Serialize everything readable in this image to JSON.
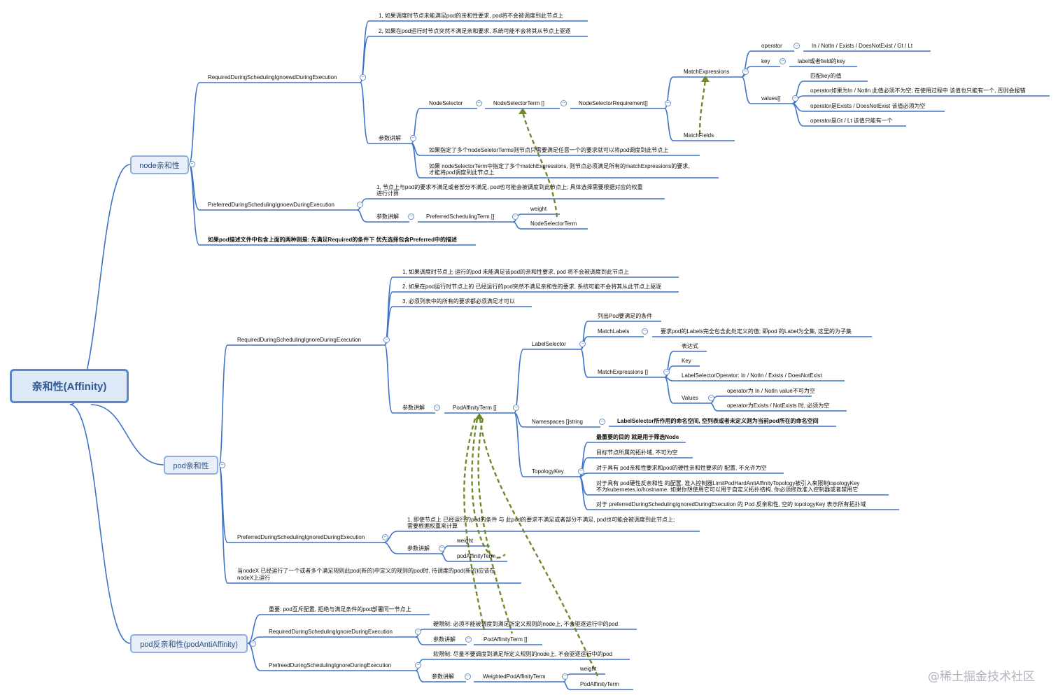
{
  "root": "亲和性(Affinity)",
  "branches": {
    "node": "node亲和性",
    "pod": "pod亲和性",
    "anti": "pod反亲和性(podAntiAffinity)"
  },
  "node_affinity": {
    "required": "RequiredDuringSchedulingIgnoewdDuringExecution",
    "req_note1": "1, 如果调度时节点未能满足pod的亲和性要求, pod将不会被调度到此节点上",
    "req_note2": "2, 如果在pod运行时节点突然不满足亲和要求, 系统可能不会将其从节点上驱逐",
    "params": "参数讲解",
    "node_selector": "NodeSelector",
    "node_selector_term": "NodeSelectorTerm []",
    "node_selector_requirement": "NodeSelectorRequirement[]",
    "match_expressions": "MatchExpressions",
    "match_fields": "MatchFields",
    "operator": "operator",
    "operator_values": "In / NotIn / Exists / DoesNotExist / Gt / Lt",
    "key": "key",
    "key_desc": "label或者field的key",
    "values": "values[]",
    "values_1": "匹配key的值",
    "values_2": "operator如果为In / NotIn 此值必须不为空; 在使用过程中 该值也只能有一个, 否则会报错",
    "values_3": "operator是Exists / DoesNotExist 该值必须为空",
    "values_4": "operator是Gt / Lt 该值只能有一个",
    "terms_note1": "如果指定了多个nodeSeletorTerms则节点只需要满足任意一个的要求就可以将pod调度到此节点上",
    "terms_note2a": "如果 nodeSelectorTerm中指定了多个matchExpressions, 则节点必须满足所有的matchExpressions的要求,",
    "terms_note2b": "才能将pod调度到此节点上",
    "preferred": "PreferredDuringSchedulingIgnoewDuringExecution",
    "pref_note_a": "1, 节点上与pod的要求不满足或者部分不满足, pod也可能会被调度到此节点上; 具体选择需要根据对应的权重",
    "pref_note_b": "进行计算",
    "pref_params": "参数讲解",
    "preferred_term": "PreferredSchedulingTerm []",
    "weight": "weight",
    "node_selector_term2": "NodeSelectorTerm",
    "both_rule": "如果pod描述文件中包含上面的两种则是: 先满足Required的条件下 优先选择包含Preferred中的描述"
  },
  "pod_affinity": {
    "required": "RequiredDuringSchedulingIgnoreDuringExecution",
    "req_note1": "1, 如果调度时节点上 运行的pod 未能满足该pod的亲和性要求, pod 将不会被调度到此节点上",
    "req_note2": "2, 如果在pod运行时节点上的 已经运行的pod突然不满足亲和性的要求, 系统可能不会将其从此节点上驱逐",
    "req_note3": "3, 必须列表中的所有的要求都必须满足才可以",
    "params": "参数讲解",
    "pod_affinity_term": "PodAffinityTerm  []",
    "label_selector": "LabelSelector",
    "ls_desc": "列出Pod要满足的条件",
    "match_labels": "MatchLabels",
    "match_labels_desc": "要求pod的Labels完全包含此处定义的值; 即pod 的Label为全集, 这里的为子集",
    "match_expressions": "MatchExpressions []",
    "me_1": "表达式",
    "me_2": "Key",
    "me_3": "LabelSelectorOperator: In / NotIn / Exists / DoesNotExist",
    "me_values": "Values",
    "me_v1": "operator为 In / NotIn value不可为空",
    "me_v2": "operator为Exists / NotExists 时, 必须为空",
    "namespaces": "Namespaces []string",
    "namespaces_desc": "LabelSelector所作用的命名空间, 空列表或者未定义则为当前pod所在的命名空间",
    "topology_key": "TopologyKey",
    "tk_1": "最重要的目的 就是用于筛选Node",
    "tk_2": "目标节点所属的拓扑域, 不可为空",
    "tk_3": "对于具有 pod亲和性要求和pod的硬性亲和性要求的 配置, 不允许为空",
    "tk_4a": "对于具有 pod硬性反亲和性 的配置, 准入控制器LimitPodHardAntiAffinityTopology被引入来限制topologyKey",
    "tk_4b": "不为kubernetes.io/hostname. 如果你想使用它可以用于自定义拓扑结构, 你必须修改准入控制器或者禁用它",
    "tk_5": "对于 preferredDuringSchedulingIgnoredDuringExecution 的 Pod 反亲和性, 空的 topologyKey 表示所有拓扑域",
    "preferred": "PreferredDuringSchedulingIgnoredDuringExecution",
    "pref_note_a": "1, 即使节点上 已经运行的pod的条件 与 此pod的要求不满足或者部分不满足, pod也可能会被调度到此节点上;",
    "pref_note_b": "需要根据权重来计算",
    "pref_params": "参数讲解",
    "weight": "weight",
    "pod_affinity_term2": "podAffinityTerm",
    "nodex_note_a": "当nodeX 已经运行了一个或者多个满足规则此pod(新的)中定义的规则的pod时, 待调度的pod(新的)应该在",
    "nodex_note_b": "nodeX上运行"
  },
  "anti_affinity": {
    "important": "重要: pod互斥配置, 拒绝与满足条件的pod部署同一节点上",
    "required": "RequiredDuringSchedulingIgnoreDuringExecution",
    "hard": "硬限制: 必须不能被调度到满足所定义规则的node上, 不会驱逐运行中的pod",
    "params1": "参数讲解",
    "pod_affinity_term": "PodAffinityTerm []",
    "preferred": "PrefreedDuringSchedulingIgnoreDuringExecution",
    "soft": "软限制: 尽量不要调度到满足所定义规则的node上, 不会驱逐运行中的pod",
    "params2": "参数讲解",
    "weighted_term": "WeightedPodAffinityTerm",
    "weight": "weight",
    "pod_affinity_term2": "PodAffinityTerm"
  },
  "watermark": "@稀土掘金技术社区",
  "colors": {
    "connector": "#3e74c8",
    "cross_link": "#6f8a2c",
    "root_border": "#5b87c8"
  }
}
